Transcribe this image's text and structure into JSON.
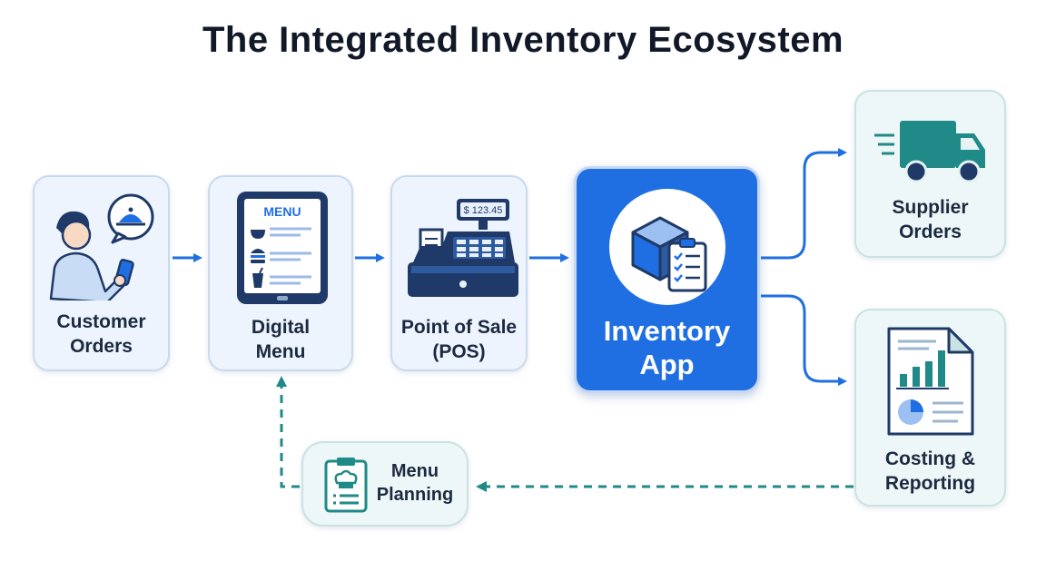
{
  "title": "The Integrated Inventory Ecosystem",
  "nodes": {
    "customer_orders": {
      "line1": "Customer",
      "line2": "Orders",
      "icon": "customer-phone-icon"
    },
    "digital_menu": {
      "line1": "Digital",
      "line2": "Menu",
      "screen_text": "MENU",
      "icon": "tablet-menu-icon"
    },
    "pos": {
      "line1": "Point of Sale",
      "line2": "(POS)",
      "display_text": "$ 123.45",
      "icon": "cash-register-icon"
    },
    "inventory_app": {
      "line1": "Inventory",
      "line2": "App",
      "icon": "box-checklist-icon"
    },
    "supplier_orders": {
      "line1": "Supplier",
      "line2": "Orders",
      "icon": "delivery-truck-icon"
    },
    "costing_reporting": {
      "line1": "Costing &",
      "line2": "Reporting",
      "icon": "report-chart-icon"
    },
    "menu_planning": {
      "line1": "Menu",
      "line2": "Planning",
      "icon": "chef-clipboard-icon"
    }
  },
  "colors": {
    "flow_blue": "#1f6fe3",
    "feedback_teal": "#1f8a87",
    "navy": "#1f3a68",
    "card_blue_bg": "#eef4fd",
    "card_teal_bg": "#eef7f7"
  }
}
